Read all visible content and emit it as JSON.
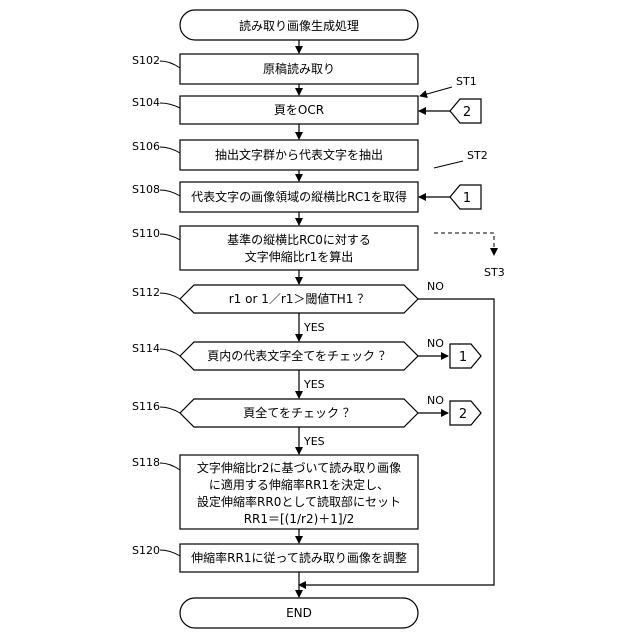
{
  "flowchart": {
    "start": "読み取り画像生成処理",
    "end": "END",
    "steps": [
      {
        "id": "S102",
        "lines": [
          "原稿読み取り"
        ]
      },
      {
        "id": "S104",
        "lines": [
          "頁をOCR"
        ]
      },
      {
        "id": "S106",
        "lines": [
          "抽出文字群から代表文字を抽出"
        ]
      },
      {
        "id": "S108",
        "lines": [
          "代表文字の画像領域の縦横比RC1を取得"
        ]
      },
      {
        "id": "S110",
        "lines": [
          "基準の縦横比RC0に対する",
          "文字伸縮比r1を算出"
        ]
      },
      {
        "id": "S112",
        "lines": [
          "r1 or 1／r1＞閾値TH1 ？"
        ]
      },
      {
        "id": "S114",
        "lines": [
          "頁内の代表文字全てをチェック ？"
        ]
      },
      {
        "id": "S116",
        "lines": [
          "頁全てをチェック ？"
        ]
      },
      {
        "id": "S118",
        "lines": [
          "文字伸縮比r2に基づいて読み取り画像",
          "に適用する伸縮率RR1を決定し、",
          "設定伸縮率RR0として読取部にセット",
          "RR1＝[(1/r2)＋1]/2"
        ]
      },
      {
        "id": "S120",
        "lines": [
          "伸縮率RR1に従って読み取り画像を調整"
        ]
      }
    ],
    "connectors": [
      "2",
      "1",
      "1",
      "2"
    ],
    "st_labels": [
      "ST1",
      "ST2",
      "ST3"
    ],
    "yes_label": "YES",
    "no_label": "NO"
  }
}
